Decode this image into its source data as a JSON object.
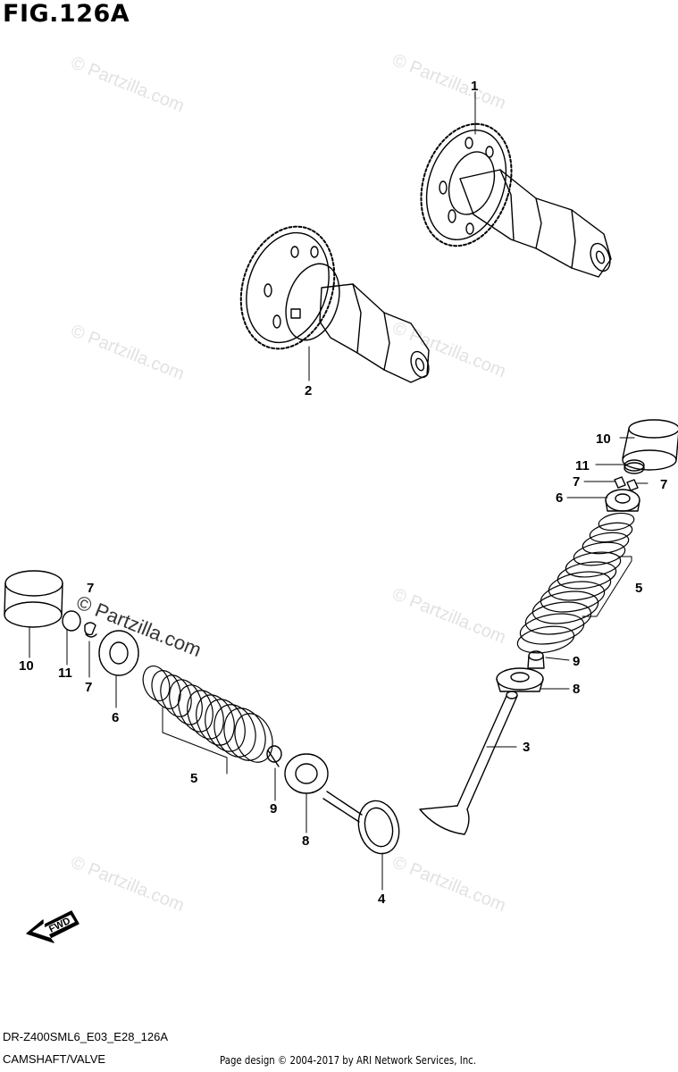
{
  "figure": {
    "title": "FIG.126A",
    "model_code": "DR-Z400SML6_E03_E28_126A",
    "caption": "CAMSHAFT/VALVE",
    "credit": "Page design © 2004-2017 by ARI Network Services, Inc.",
    "fwd_label": "FWD"
  },
  "watermark": {
    "text": "© Partzilla.com",
    "prominent_text": "© Partzilla.com"
  },
  "callouts": {
    "c1": "1",
    "c2": "2",
    "c3": "3",
    "c4": "4",
    "c5r": "5",
    "c5l": "5",
    "c6r": "6",
    "c6l": "6",
    "c7a": "7",
    "c7b": "7",
    "c7c": "7",
    "c7d": "7",
    "c8r": "8",
    "c8l": "8",
    "c9r": "9",
    "c9l": "9",
    "c10r": "10",
    "c10l": "10",
    "c11r": "11",
    "c11l": "11"
  }
}
